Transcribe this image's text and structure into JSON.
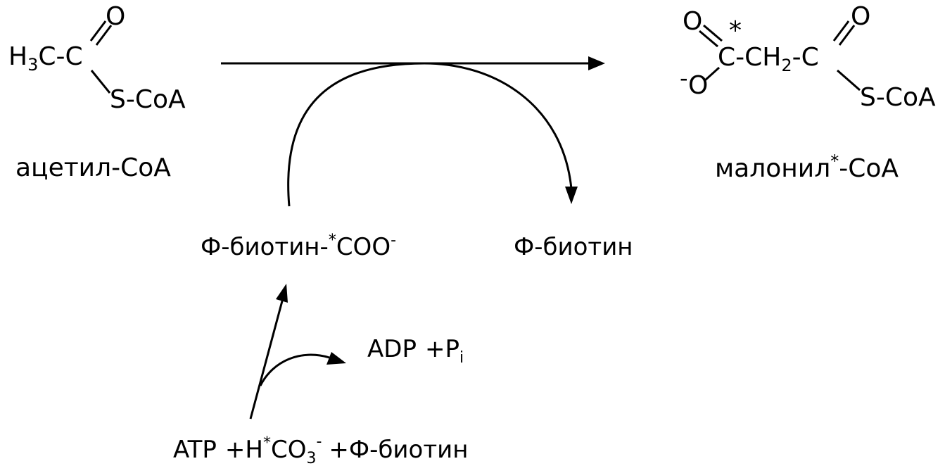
{
  "acetyl_coa": {
    "name": "ацетил-CoA",
    "methyl_h": "H",
    "methyl_sub": "3",
    "methyl_c": "C-C",
    "carbonyl_o": "O",
    "thioester": "S-CoA"
  },
  "malonyl_coa": {
    "name_main": "малонил",
    "name_mark": "*",
    "name_tail": "-CoA",
    "carboxyl_o_top": "O",
    "carboxyl_o_minus_sign": "-",
    "carboxyl_o_bottom": "O",
    "label_mark": "*",
    "chain_c1": "C",
    "chain_dash1": "-",
    "chain_ch": "CH",
    "chain_ch_sub": "2",
    "chain_c2": "-C",
    "carbonyl_o": "O",
    "thioester": "S-CoA"
  },
  "carboxybiotin": {
    "main": "Ф-биотин-",
    "mark": "*",
    "group": "COO",
    "charge": "-"
  },
  "biotin": {
    "label": "Ф-биотин"
  },
  "products": {
    "adp": "ADP",
    "plus": "+P",
    "pi_sub": "i"
  },
  "reactants": {
    "atp": "ATP",
    "plus_h": "+H",
    "mark": "*",
    "co": "CO",
    "co_sub": "3",
    "co_charge": "-",
    "plus_biotin": "+Ф-биотин"
  }
}
